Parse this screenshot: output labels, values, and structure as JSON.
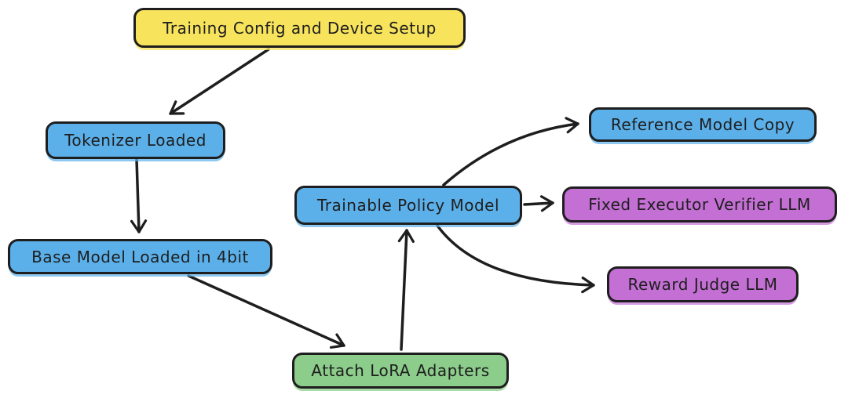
{
  "diagram": {
    "type": "flowchart",
    "nodes": [
      {
        "id": "training-config-device-setup",
        "label": "Training Config and Device Setup",
        "color": "yellow"
      },
      {
        "id": "tokenizer-loaded",
        "label": "Tokenizer Loaded",
        "color": "blue"
      },
      {
        "id": "base-model-loaded-4bit",
        "label": "Base Model Loaded in 4bit",
        "color": "blue"
      },
      {
        "id": "attach-lora-adapters",
        "label": "Attach LoRA Adapters",
        "color": "green"
      },
      {
        "id": "trainable-policy-model",
        "label": "Trainable Policy Model",
        "color": "blue"
      },
      {
        "id": "reference-model-copy",
        "label": "Reference Model Copy",
        "color": "blue"
      },
      {
        "id": "fixed-executor-verifier-llm",
        "label": "Fixed Executor Verifier LLM",
        "color": "purple"
      },
      {
        "id": "reward-judge-llm",
        "label": "Reward Judge LLM",
        "color": "purple"
      }
    ],
    "edges": [
      {
        "from": "training-config-device-setup",
        "to": "tokenizer-loaded"
      },
      {
        "from": "tokenizer-loaded",
        "to": "base-model-loaded-4bit"
      },
      {
        "from": "base-model-loaded-4bit",
        "to": "attach-lora-adapters"
      },
      {
        "from": "attach-lora-adapters",
        "to": "trainable-policy-model"
      },
      {
        "from": "trainable-policy-model",
        "to": "reference-model-copy"
      },
      {
        "from": "trainable-policy-model",
        "to": "fixed-executor-verifier-llm"
      },
      {
        "from": "trainable-policy-model",
        "to": "reward-judge-llm"
      }
    ],
    "colors": {
      "stroke": "#1e1e1e",
      "yellow": "#f8e45c",
      "blue": "#5cb0ea",
      "green": "#8ccd8b",
      "purple": "#c46fd4",
      "background": "#ffffff"
    }
  }
}
